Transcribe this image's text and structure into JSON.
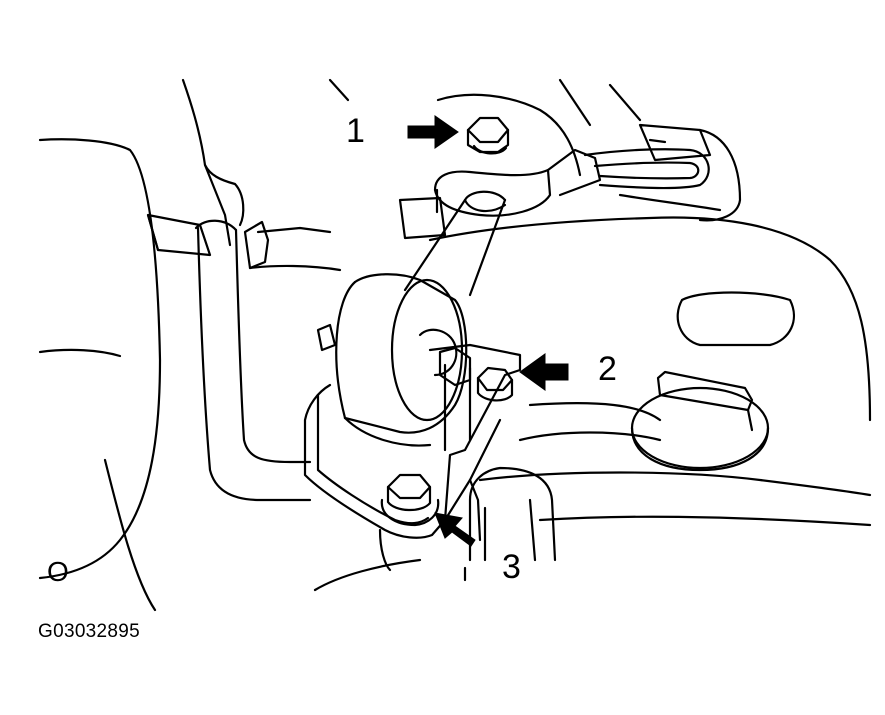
{
  "labels": {
    "callout_1": "1",
    "callout_2": "2",
    "callout_3": "3",
    "corner_mark": "O",
    "figure_code": "G03032895"
  },
  "colors": {
    "line": "#000000",
    "background": "#ffffff",
    "arrow": "#000000"
  },
  "icons": {
    "arrow_1": "arrow-right-icon",
    "arrow_2": "arrow-left-icon",
    "arrow_3": "arrow-up-left-icon"
  }
}
